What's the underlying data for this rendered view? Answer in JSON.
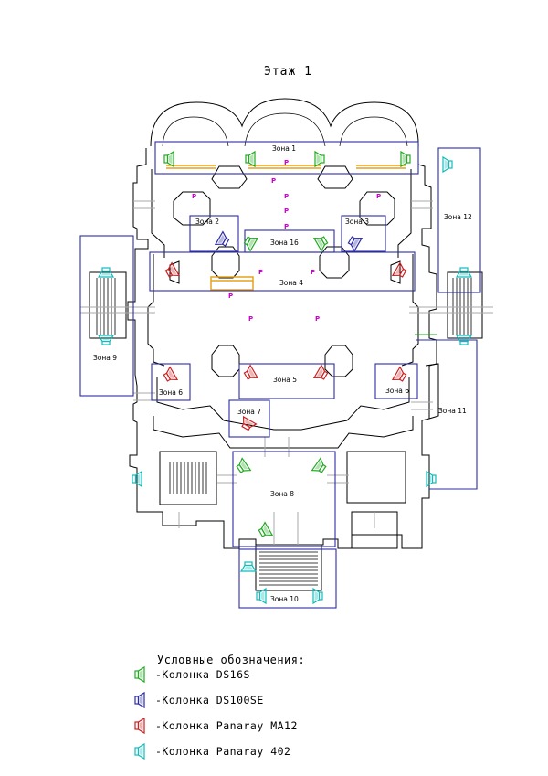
{
  "title": "Этаж 1",
  "zones": {
    "z1": "Зона 1",
    "z2": "Зона 2",
    "z3": "Зона 3",
    "z4": "Зона 4",
    "z5": "Зона 5",
    "z6a": "Зона 6",
    "z6b": "Зона 6",
    "z7": "Зона 7",
    "z8": "Зона 8",
    "z9": "Зона 9",
    "z10": "Зона 10",
    "z11": "Зона 11",
    "z12": "Зона 12",
    "z16": "Зона 16"
  },
  "marker": "P",
  "legend": {
    "title": "Условные обозначения:",
    "items": [
      {
        "label": "-Колонка DS16S",
        "color": "#22aa22"
      },
      {
        "label": "-Колонка DS100SE",
        "color": "#2c2ca6"
      },
      {
        "label": "-Колонка Panaray MA12",
        "color": "#cc2222"
      },
      {
        "label": "-Колонка Panaray 402",
        "color": "#11bbbb"
      }
    ]
  },
  "colors": {
    "ds16s": "#22aa22",
    "ds100se": "#2c2ca6",
    "ma12": "#cc2222",
    "p402": "#11bbbb",
    "zone_border": "#2c2ca6",
    "marker": "#cc00cc",
    "orange": "#e6a21e"
  }
}
